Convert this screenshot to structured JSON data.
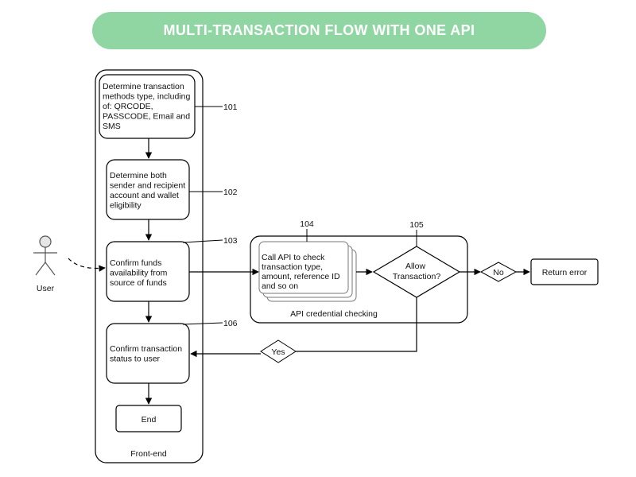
{
  "title": "MULTI-TRANSACTION FLOW WITH ONE API",
  "actor": {
    "label": "User"
  },
  "frontend": {
    "label": "Front-end"
  },
  "steps": {
    "s101": {
      "lines": [
        "Determine transaction",
        "methods type, including",
        "of:  QRCODE,",
        "PASSCODE, Email and",
        "SMS"
      ],
      "ref": "101"
    },
    "s102": {
      "lines": [
        "Determine both",
        "sender and recipient",
        "account and wallet",
        "eligibility"
      ],
      "ref": "102"
    },
    "s103": {
      "lines": [
        "Confirm funds",
        "availability from",
        "source of funds"
      ],
      "ref": "103"
    },
    "s104": {
      "lines": [
        "Call API to check",
        "transaction type,",
        "amount, reference ID",
        "and so on"
      ],
      "ref": "104"
    },
    "s105": {
      "lines": [
        "Allow",
        "Transaction?"
      ],
      "ref": "105"
    },
    "s106": {
      "lines": [
        "Confirm transaction",
        "status to user"
      ],
      "ref": "106"
    },
    "end": {
      "label": "End"
    }
  },
  "api_group": {
    "label": "API credential checking"
  },
  "branches": {
    "no": "No",
    "yes": "Yes"
  },
  "return_error": {
    "label": "Return error"
  }
}
